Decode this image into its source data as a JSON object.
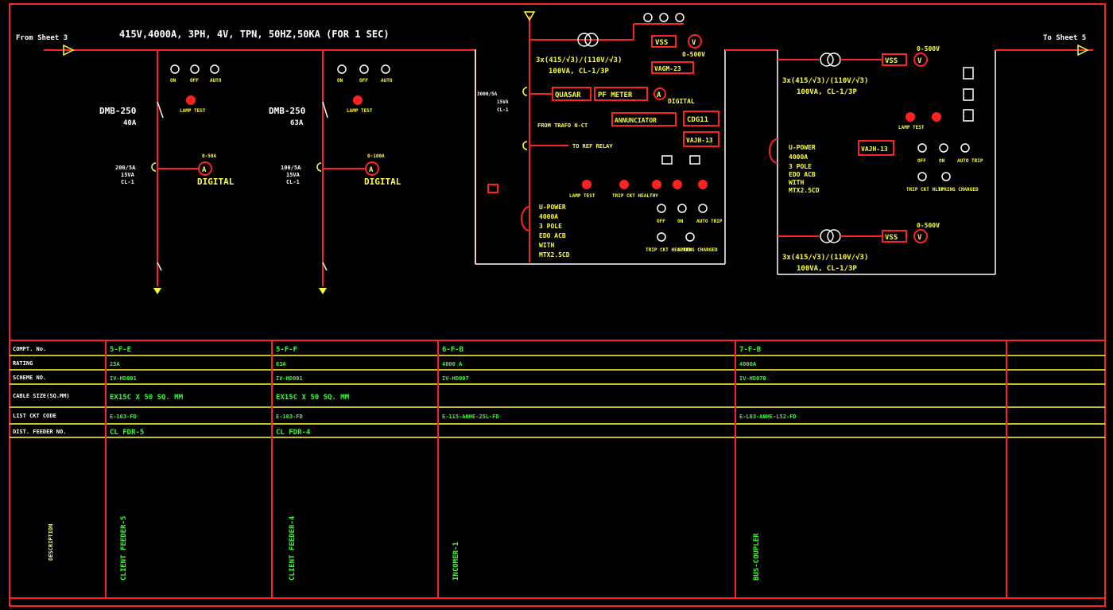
{
  "header": {
    "from": "From Sheet 3",
    "to": "To Sheet 5",
    "supply": "415V,4000A, 3PH, 4V, TPN, 50HZ,50KA (FOR 1 SEC)"
  },
  "feeder_left": {
    "breaker": "DMB-250",
    "rating": "40A",
    "ct": "200/5A",
    "ct2": "15VA",
    "ct3": "CL-1",
    "meter": "DIGITAL",
    "lamps": [
      "ON",
      "OFF",
      "AUTO"
    ],
    "lamp_test": "LAMP TEST"
  },
  "feeder_mid": {
    "breaker": "DMB-250",
    "rating": "63A",
    "ct": "100/5A",
    "ct2": "15VA",
    "ct3": "CL-1",
    "meter": "DIGITAL",
    "lamps": [
      "ON",
      "OFF",
      "AUTO"
    ],
    "lamp_test": "LAMP TEST"
  },
  "incomer": {
    "vt_ratio": "3x(415/√3)/(110V/√3)",
    "vt_class": "100VA, CL-1/3P",
    "vss": "VSS",
    "volt_range": "0-500V",
    "vagm": "VAGM-23",
    "quasar": "QUASAR",
    "pf_meter": "PF METER",
    "digital": "DIGITAL",
    "annunciator": "ANNUNCIATOR",
    "cdg": "CDG11",
    "vajh": "VAJH-13",
    "ct_main": "3000/5A",
    "ct_main2": "15VA",
    "ct_main3": "CL-1",
    "from_trafo": "FROM TRAFO N-CT",
    "to_ref": "TO REF RELAY",
    "breaker": "U-POWER",
    "breaker2": "4000A",
    "breaker3": "3 POLE",
    "breaker4": "EDO ACB",
    "breaker5": "WITH",
    "breaker6": "MTX2.5CD",
    "lamp_test": "LAMP TEST",
    "trip_alarm": "TRIP CKT HEALTHY",
    "lamps": [
      "OFF",
      "ON",
      "AUTO TRIP"
    ],
    "trip_ckt": "TRIP CKT HEALTHY",
    "spring": "SPRING CHARGED"
  },
  "coupler": {
    "vt_ratio_top": "3x(415/√3)/(110V/√3)",
    "vt_class_top": "100VA, CL-1/3P",
    "vt_ratio_bot": "3x(415/√3)/(110V/√3)",
    "vt_class_bot": "100VA, CL-1/3P",
    "vss": "VSS",
    "volt_range": "0-500V",
    "breaker": "U-POWER",
    "breaker2": "4000A",
    "breaker3": "3 POLE",
    "breaker4": "EDO ACB",
    "breaker5": "WITH",
    "breaker6": "MTX2.5CD",
    "vajh": "VAJH-13",
    "lamp_test": "LAMP TEST",
    "lamps": [
      "OFF",
      "ON",
      "AUTO TRIP"
    ],
    "trip_ckt": "TRIP CKT HLTY",
    "spring": "SPRING CHARGED"
  },
  "table": {
    "row_labels": [
      "COMPT. No.",
      "RATING",
      "SCHEME NO.",
      "CABLE SIZE(SQ.MM)",
      "LIST CKT CODE",
      "DIST. FEEDER NO.",
      "DESCRIPTION"
    ],
    "columns": [
      {
        "compt": "5-F-E",
        "rating": "25A",
        "scheme": "IV-HD001",
        "cable": "EX15C X 50 SQ. MM",
        "code": "E-103-FD",
        "feeder": "CL FDR-5",
        "desc": "CLIENT FEEDER-5"
      },
      {
        "compt": "5-F-F",
        "rating": "63A",
        "scheme": "IV-HD001",
        "cable": "EX15C X 50 SQ. MM",
        "code": "E-103-FD",
        "feeder": "CL FDR-4",
        "desc": "CLIENT FEEDER-4"
      },
      {
        "compt": "6-F-B",
        "rating": "4000 A",
        "scheme": "IV-HD007",
        "cable": "",
        "code": "E-115-A0HE-25L-FD",
        "feeder": "",
        "desc": "INCOMER-1"
      },
      {
        "compt": "7-F-B",
        "rating": "4000A",
        "scheme": "IV-HD070",
        "cable": "",
        "code": "E-L03-A0HE-L52-FD",
        "feeder": "",
        "desc": "BUS-COUPLER"
      }
    ]
  }
}
